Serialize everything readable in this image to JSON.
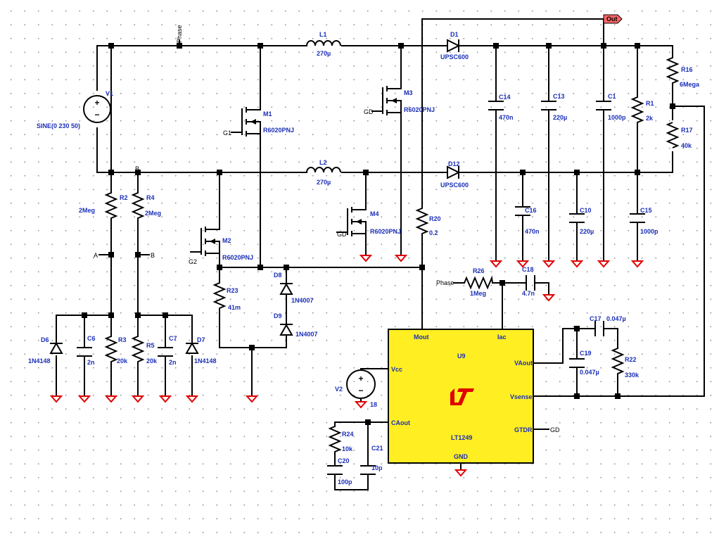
{
  "nets": {
    "phase": "Phase",
    "out": "Out",
    "a": "A",
    "b": "B",
    "g1": "G1",
    "g2": "G2",
    "gd": "GD"
  },
  "components": {
    "V1": {
      "ref": "V1",
      "value": "SINE(0 230 50)"
    },
    "V2": {
      "ref": "V2",
      "value": "18"
    },
    "L1": {
      "ref": "L1",
      "value": "270µ"
    },
    "L2": {
      "ref": "L2",
      "value": "270µ"
    },
    "D1": {
      "ref": "D1",
      "value": "UPSC600"
    },
    "D12": {
      "ref": "D12",
      "value": "UPSC600"
    },
    "M1": {
      "ref": "M1",
      "value": "R6020PNJ"
    },
    "M2": {
      "ref": "M2",
      "value": "R6020PNJ"
    },
    "M3": {
      "ref": "M3",
      "value": "R6020PNJ"
    },
    "M4": {
      "ref": "M4",
      "value": "R6020PNJ"
    },
    "C14": {
      "ref": "C14",
      "value": "470n"
    },
    "C13": {
      "ref": "C13",
      "value": "220µ"
    },
    "C1": {
      "ref": "C1",
      "value": "1000p"
    },
    "R1": {
      "ref": "R1",
      "value": "2k"
    },
    "R16": {
      "ref": "R16",
      "value": "6Mega"
    },
    "R17": {
      "ref": "R17",
      "value": "40k"
    },
    "C16": {
      "ref": "C16",
      "value": "470n"
    },
    "C10": {
      "ref": "C10",
      "value": "220µ"
    },
    "C15": {
      "ref": "C15",
      "value": "1000p"
    },
    "R2": {
      "ref": "R2",
      "value": "2Meg"
    },
    "R4": {
      "ref": "R4",
      "value": "2Meg"
    },
    "R3": {
      "ref": "R3",
      "value": "20k"
    },
    "R5": {
      "ref": "R5",
      "value": "20k"
    },
    "C6": {
      "ref": "C6",
      "value": "2n"
    },
    "C7": {
      "ref": "C7",
      "value": "2n"
    },
    "D6": {
      "ref": "D6",
      "value": "1N4148"
    },
    "D7": {
      "ref": "D7",
      "value": "1N4148"
    },
    "R23": {
      "ref": "R23",
      "value": "41m"
    },
    "D8": {
      "ref": "D8",
      "value": "1N4007"
    },
    "D9": {
      "ref": "D9",
      "value": "1N4007"
    },
    "R20": {
      "ref": "R20",
      "value": "0.2"
    },
    "R26": {
      "ref": "R26",
      "value": "1Meg"
    },
    "C18": {
      "ref": "C18",
      "value": "4.7n"
    },
    "C17": {
      "ref": "C17",
      "value": "0.047µ"
    },
    "C19": {
      "ref": "C19",
      "value": "0.047µ"
    },
    "R22": {
      "ref": "R22",
      "value": "330k"
    },
    "R24": {
      "ref": "R24",
      "value": "10k"
    },
    "C20": {
      "ref": "C20",
      "value": "100p"
    },
    "C21": {
      "ref": "C21",
      "value": "10p"
    }
  },
  "ic": {
    "ref": "U9",
    "part": "LT1249",
    "body_color": "#ffee22",
    "pins": {
      "mout": "Mout",
      "iac": "Iac",
      "vcc": "Vcc",
      "vaout": "VAout",
      "vsense": "Vsense",
      "caout": "CAout",
      "gtdr": "GTDR",
      "gnd": "GND"
    }
  },
  "colors": {
    "wire": "#000000",
    "label": "#1a2fb8",
    "ground": "#e00000",
    "logo": "#e00000"
  },
  "icons": {
    "logo": "linear-technology-logo-icon",
    "ground": "ground-icon"
  }
}
